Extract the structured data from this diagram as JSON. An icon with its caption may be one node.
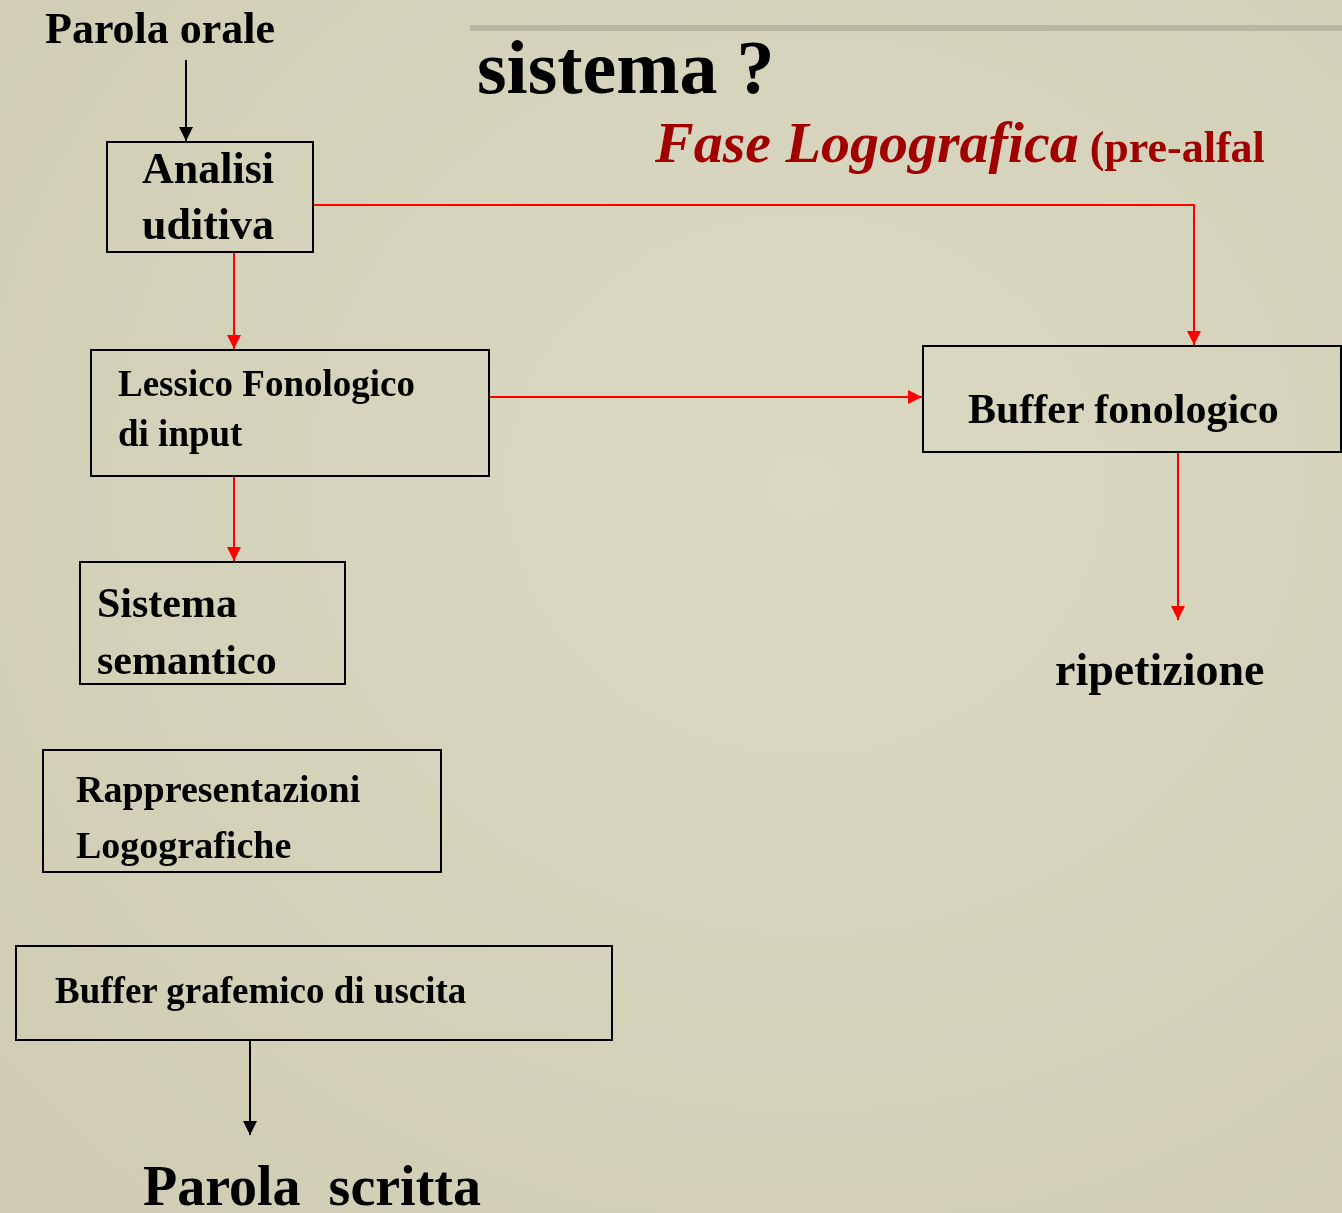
{
  "diagram": {
    "title": "sistema ?",
    "nodes": [
      {
        "text": [
          "Parola orale"
        ]
      },
      {
        "text": [
          "Analisi uditiva"
        ]
      },
      {
        "text": [
          "Lessico Fonologico di input"
        ]
      },
      {
        "text": [
          "Buffer fonologico"
        ]
      },
      {
        "text": [
          "Sistema semantico"
        ]
      },
      {
        "text": [
          "ripetizione"
        ]
      },
      {
        "text": [
          "Rappresentazioni Logografiche"
        ]
      },
      {
        "text": [
          "Buffer grafemico di uscita"
        ]
      },
      {
        "text": [
          "Parola scritta"
        ]
      }
    ],
    "edges": [
      {
        "from": 0,
        "to": 1,
        "arrow": "to",
        "color": "#000000"
      },
      {
        "from": 1,
        "to": 2,
        "arrow": "to"
      },
      {
        "from": 1,
        "to": 3,
        "arrow": "to"
      },
      {
        "from": 2,
        "to": 3,
        "arrow": "to"
      },
      {
        "from": 2,
        "to": 4,
        "arrow": "to"
      },
      {
        "from": 3,
        "to": 5,
        "arrow": "to"
      },
      {
        "from": 7,
        "to": 8,
        "arrow": "to",
        "color": "#000000"
      }
    ],
    "labels": [
      "*Fase Logografica* (pre-alfal"
    ]
  }
}
